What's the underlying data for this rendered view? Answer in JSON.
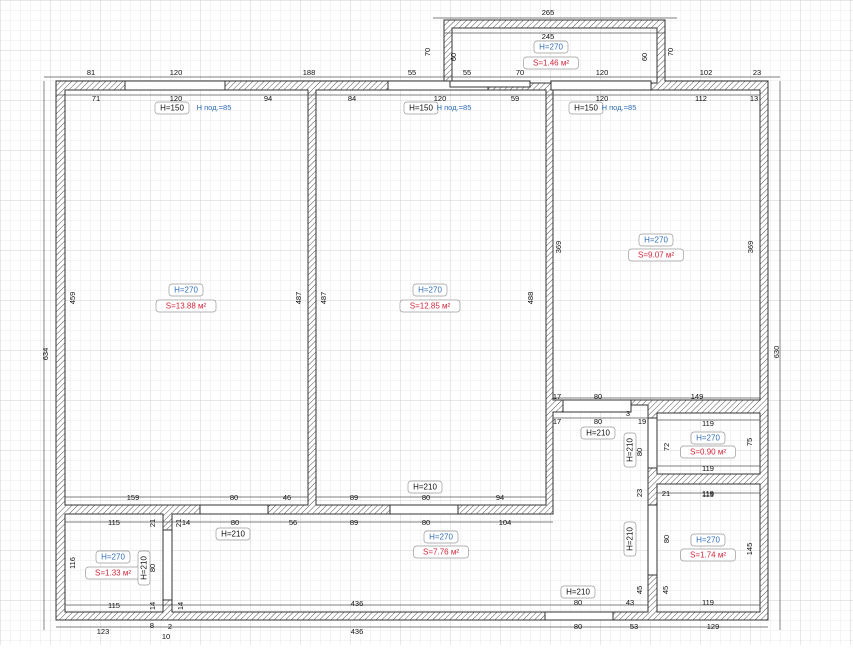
{
  "colors": {
    "grid_minor": "#e3e3e3",
    "grid_major": "#cfcfcf",
    "wall_line": "#333333",
    "dim_line": "#555555",
    "h_label": "#2f6db5",
    "s_label": "#d0263a"
  },
  "rooms": [
    {
      "id": "room1",
      "height": "H=270",
      "area": "S=13.88 м²"
    },
    {
      "id": "room2",
      "height": "H=270",
      "area": "S=12.85 м²"
    },
    {
      "id": "room3",
      "height": "H=270",
      "area": "S=9.07 м²"
    },
    {
      "id": "balcony",
      "height": "H=270",
      "area": "S=1.46 м²"
    },
    {
      "id": "hall",
      "height": "H=270",
      "area": "S=7.76 м²"
    },
    {
      "id": "small_left",
      "height": "H=270",
      "area": "S=1.33 м²"
    },
    {
      "id": "bath_top",
      "height": "H=270",
      "area": "S=0.90 м²"
    },
    {
      "id": "bath_bottom",
      "height": "H=270",
      "area": "S=1.74 м²"
    }
  ],
  "openings": [
    "H=150",
    "H под.=85",
    "H=150",
    "H под.=85",
    "H=150",
    "H под.=85",
    "H=210",
    "H=210",
    "H=210",
    "H=210",
    "H=210",
    "H=210",
    "H=210"
  ],
  "dimensions": [
    "265",
    "245",
    "70",
    "60",
    "60",
    "70",
    "81",
    "120",
    "188",
    "55",
    "55",
    "70",
    "120",
    "102",
    "23",
    "71",
    "120",
    "94",
    "84",
    "120",
    "59",
    "120",
    "112",
    "13",
    "634",
    "459",
    "487",
    "487",
    "488",
    "369",
    "369",
    "630",
    "17",
    "80",
    "149",
    "17",
    "80",
    "19",
    "3",
    "119",
    "72",
    "80",
    "75",
    "119",
    "119",
    "159",
    "80",
    "46",
    "89",
    "80",
    "94",
    "115",
    "21",
    "21",
    "14",
    "80",
    "56",
    "89",
    "80",
    "104",
    "116",
    "80",
    "23",
    "21",
    "119",
    "80",
    "145",
    "119",
    "115",
    "14",
    "14",
    "436",
    "80",
    "43",
    "45",
    "45",
    "123",
    "8",
    "2",
    "10",
    "436",
    "80",
    "53",
    "129"
  ]
}
